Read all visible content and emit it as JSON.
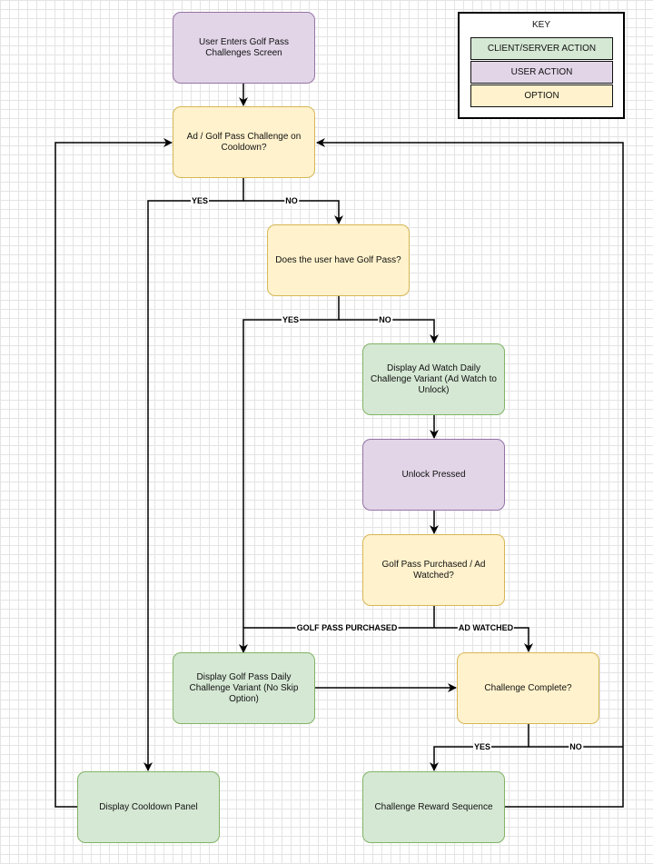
{
  "nodes": {
    "enter": "User Enters Golf Pass Challenges Screen",
    "cooldown_q": "Ad / Golf Pass Challenge on Cooldown?",
    "golfpass_q": "Does the user have Golf Pass?",
    "ad_variant": "Display Ad Watch Daily Challenge Variant (Ad Watch to Unlock)",
    "unlock": "Unlock Pressed",
    "purchased_q": "Golf Pass Purchased / Ad Watched?",
    "gp_variant": "Display Golf Pass Daily Challenge Variant (No Skip Option)",
    "complete_q": "Challenge Complete?",
    "cooldown_panel": "Display Cooldown Panel",
    "reward": "Challenge Reward Sequence"
  },
  "edge_labels": {
    "cooldown_yes": "YES",
    "cooldown_no": "NO",
    "golfpass_yes": "YES",
    "golfpass_no": "NO",
    "gp_purchased": "GOLF PASS PURCHASED",
    "ad_watched": "AD WATCHED",
    "complete_yes": "YES",
    "complete_no": "NO"
  },
  "key": {
    "title": "KEY",
    "items": [
      "CLIENT/SERVER ACTION",
      "USER ACTION",
      "OPTION"
    ]
  },
  "colors": {
    "user_action_fill": "#e1d5e7",
    "user_action_stroke": "#9673a6",
    "option_fill": "#fff2cc",
    "option_stroke": "#d6b656",
    "client_server_fill": "#d5e8d4",
    "client_server_stroke": "#82b366"
  }
}
